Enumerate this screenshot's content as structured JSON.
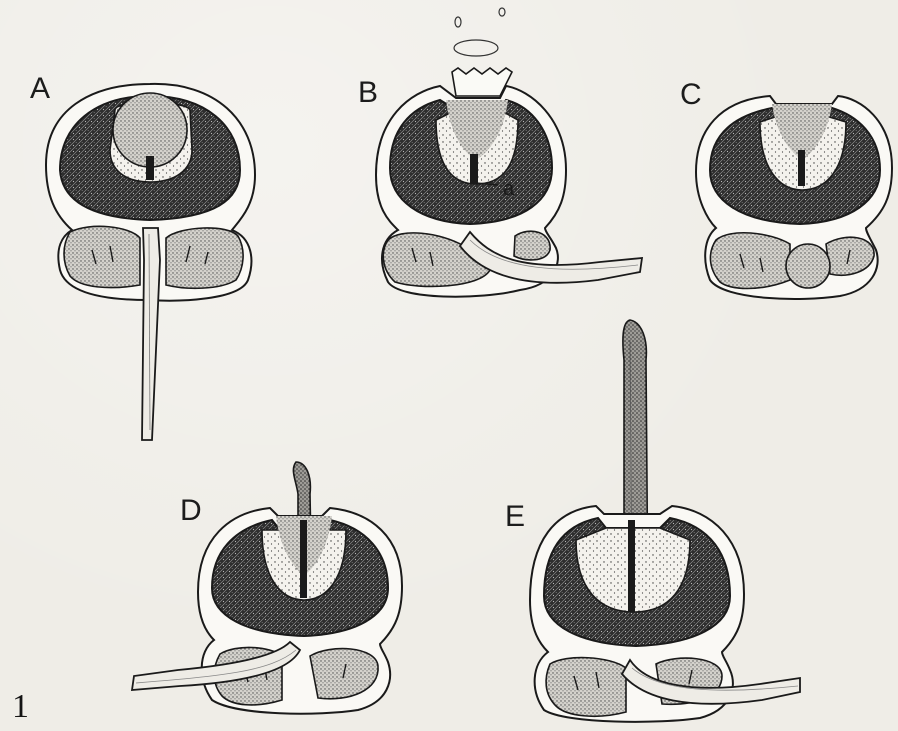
{
  "figure": {
    "number": "1",
    "panels": [
      {
        "id": "A",
        "label": "A"
      },
      {
        "id": "B",
        "label": "B",
        "annotation": "a"
      },
      {
        "id": "C",
        "label": "C"
      },
      {
        "id": "D",
        "label": "D"
      },
      {
        "id": "E",
        "label": "E"
      }
    ]
  }
}
